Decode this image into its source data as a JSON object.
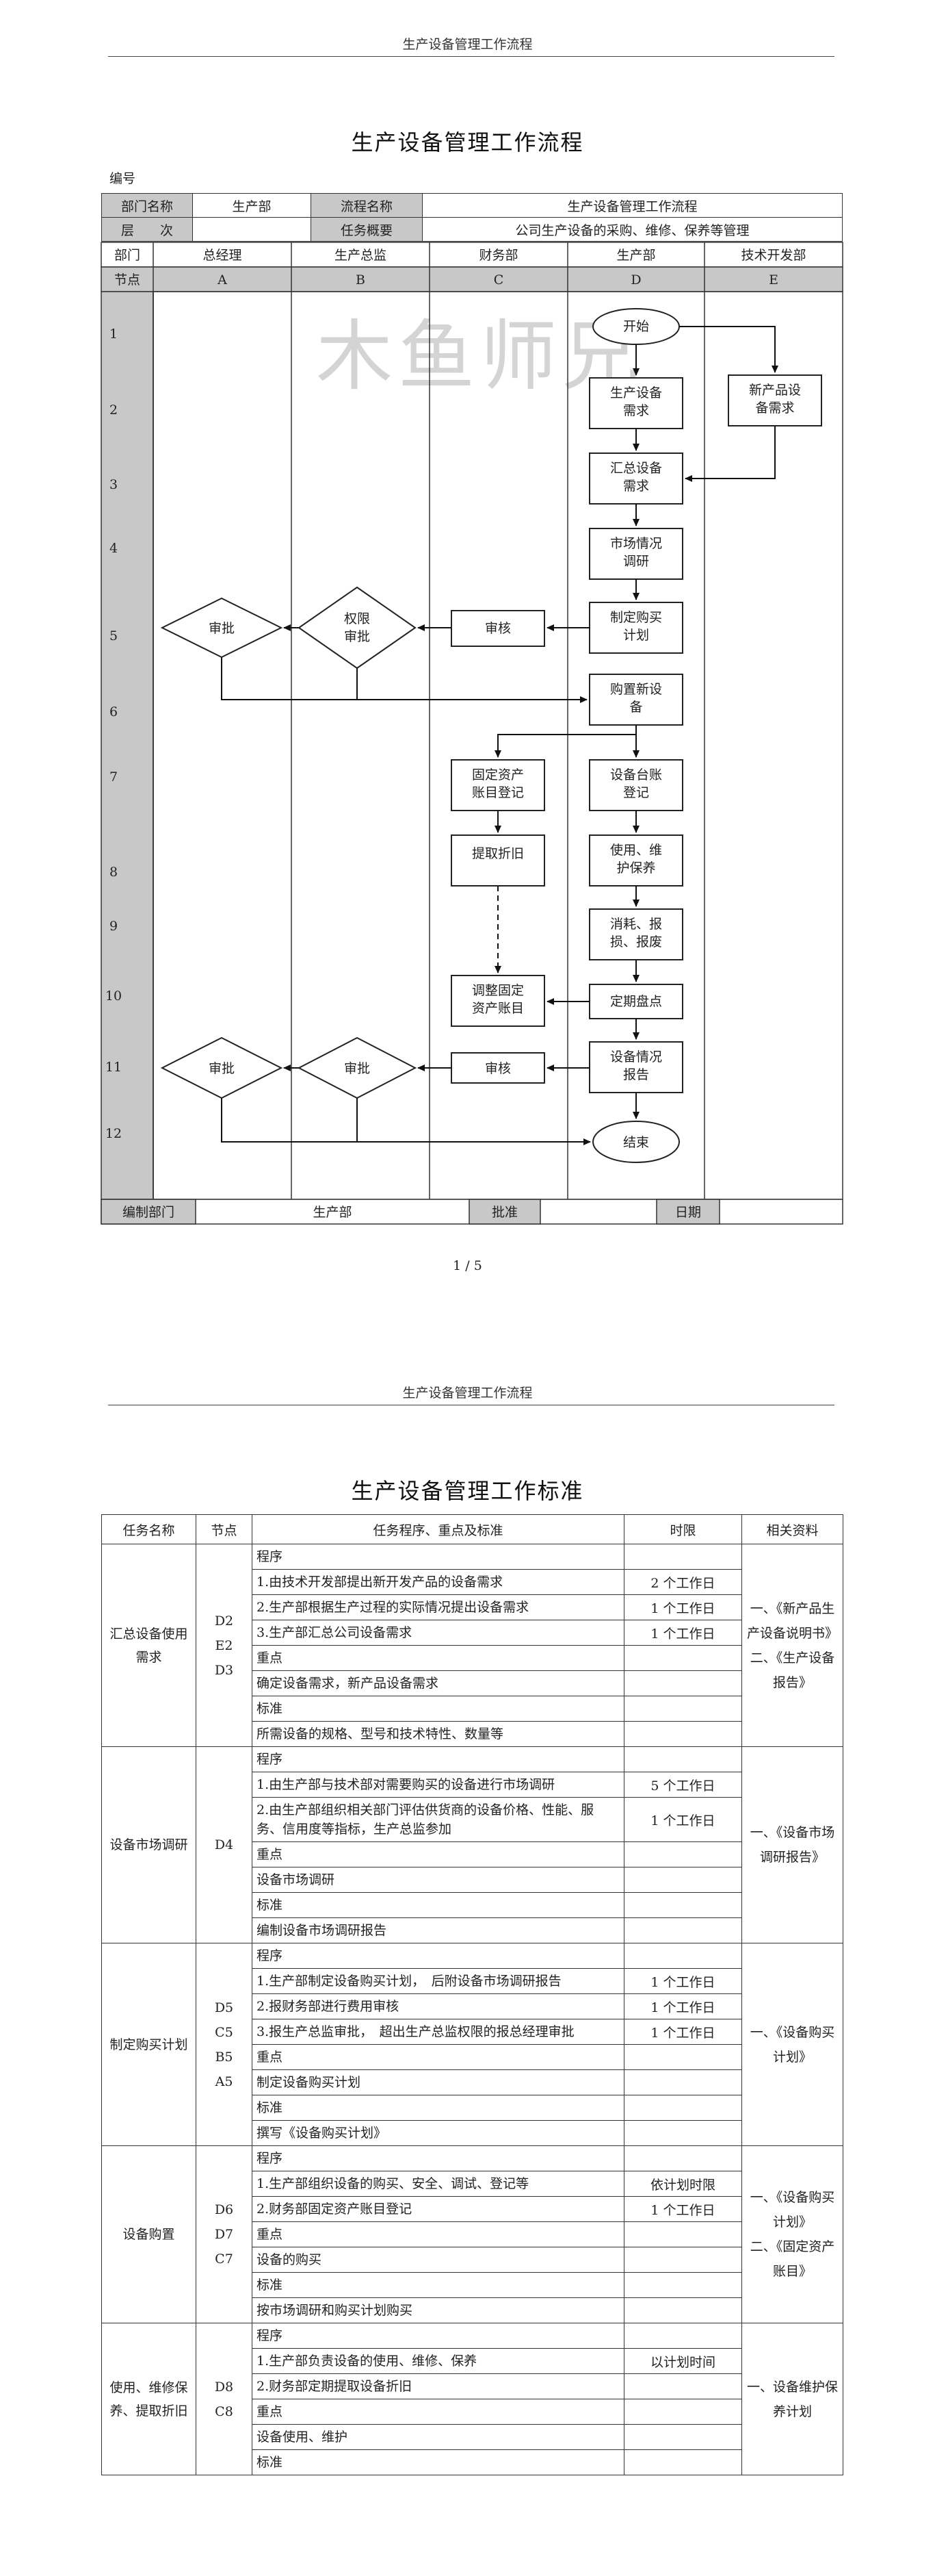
{
  "page1": {
    "header": "生产设备管理工作流程",
    "title": "生产设备管理工作流程",
    "code_label": "编号",
    "info": {
      "dept_label": "部门名称",
      "dept_value": "生产部",
      "flow_label": "流程名称",
      "flow_value": "生产设备管理工作流程",
      "level_label": "层　　次",
      "level_value": "",
      "summary_label": "任务概要",
      "summary_value": "公司生产设备的采购、维修、保养等管理"
    },
    "columns": {
      "dept_label": "部门",
      "node_label": "节点",
      "depts": [
        "总经理",
        "生产总监",
        "财务部",
        "生产部",
        "技术开发部"
      ],
      "letters": [
        "A",
        "B",
        "C",
        "D",
        "E"
      ]
    },
    "rows": [
      "1",
      "2",
      "3",
      "4",
      "5",
      "6",
      "7",
      "8",
      "9",
      "10",
      "11",
      "12"
    ],
    "watermark": "木鱼师兄",
    "boxes": {
      "start": "开始",
      "prod_need_1": "生产设备",
      "prod_need_2": "需求",
      "new_need_1": "新产品设",
      "new_need_2": "备需求",
      "summary_1": "汇总设备",
      "summary_2": "需求",
      "research_1": "市场情况",
      "research_2": "调研",
      "plan_1": "制定购买",
      "plan_2": "计划",
      "review": "审核",
      "authority_1": "权限",
      "authority_2": "审批",
      "approve": "审批",
      "buy_1": "购置新设",
      "buy_2": "备",
      "asset_1": "固定资产",
      "asset_2": "账目登记",
      "ledger_1": "设备台账",
      "ledger_2": "登记",
      "depr": "提取折旧",
      "use_1": "使用、维",
      "use_2": "护保养",
      "scrap_1": "消耗、报",
      "scrap_2": "损、报废",
      "adjust_1": "调整固定",
      "adjust_2": "资产账目",
      "inventory": "定期盘点",
      "report_1": "设备情况",
      "report_2": "报告",
      "review2": "审核",
      "approve2": "审批",
      "approve3": "审批",
      "end": "结束"
    },
    "footer": {
      "prep_label": "编制部门",
      "prep_value": "生产部",
      "approve_label": "批准",
      "date_label": "日期"
    },
    "page_number": "1 / 5"
  },
  "page2": {
    "header": "生产设备管理工作流程",
    "title": "生产设备管理工作标准",
    "table_headers": [
      "任务名称",
      "节点",
      "任务程序、重点及标准",
      "时限",
      "相关资料"
    ],
    "tasks": [
      {
        "name": "汇总设备使用需求",
        "nodes": "D2\nE2\nD3",
        "rows": [
          {
            "text": "程序",
            "time": ""
          },
          {
            "text": "1.由技术开发部提出新开发产品的设备需求",
            "time": "2 个工作日"
          },
          {
            "text": "2.生产部根据生产过程的实际情况提出设备需求",
            "time": "1 个工作日"
          },
          {
            "text": "3.生产部汇总公司设备需求",
            "time": "1 个工作日"
          },
          {
            "text": "重点",
            "time": ""
          },
          {
            "text": "确定设备需求，新产品设备需求",
            "time": ""
          },
          {
            "text": "标准",
            "time": ""
          },
          {
            "text": "所需设备的规格、型号和技术特性、数量等",
            "time": ""
          }
        ],
        "docs": "一、《新产品生产设备说明书》\n二、《生产设备报告》"
      },
      {
        "name": "设备市场调研",
        "nodes": "D4",
        "rows": [
          {
            "text": "程序",
            "time": ""
          },
          {
            "text": "1.由生产部与技术部对需要购买的设备进行市场调研",
            "time": "5 个工作日"
          },
          {
            "text": "2.由生产部组织相关部门评估供货商的设备价格、性能、服务、信用度等指标，生产总监参加",
            "time": "1 个工作日"
          },
          {
            "text": "重点",
            "time": ""
          },
          {
            "text": "设备市场调研",
            "time": ""
          },
          {
            "text": "标准",
            "time": ""
          },
          {
            "text": "编制设备市场调研报告",
            "time": ""
          }
        ],
        "docs": "一、《设备市场调研报告》"
      },
      {
        "name": "制定购买计划",
        "nodes": "D5\nC5\nB5\nA5",
        "rows": [
          {
            "text": "程序",
            "time": ""
          },
          {
            "text": "1.生产部制定设备购买计划，　后附设备市场调研报告",
            "time": "1 个工作日"
          },
          {
            "text": "2.报财务部进行费用审核",
            "time": "1 个工作日"
          },
          {
            "text": "3.报生产总监审批，　超出生产总监权限的报总经理审批",
            "time": "1 个工作日"
          },
          {
            "text": "重点",
            "time": ""
          },
          {
            "text": "制定设备购买计划",
            "time": ""
          },
          {
            "text": "标准",
            "time": ""
          },
          {
            "text": "撰写《设备购买计划》",
            "time": ""
          }
        ],
        "docs": "一、《设备购买计划》"
      },
      {
        "name": "设备购置",
        "nodes": "D6\nD7\nC7",
        "rows": [
          {
            "text": "程序",
            "time": ""
          },
          {
            "text": "1.生产部组织设备的购买、安全、调试、登记等",
            "time": "依计划时限"
          },
          {
            "text": "2.财务部固定资产账目登记",
            "time": "1 个工作日"
          },
          {
            "text": "重点",
            "time": ""
          },
          {
            "text": "设备的购买",
            "time": ""
          },
          {
            "text": "标准",
            "time": ""
          },
          {
            "text": "按市场调研和购买计划购买",
            "time": ""
          }
        ],
        "docs": "一、《设备购买计划》\n二、《固定资产账目》"
      },
      {
        "name": "使用、维修保养、提取折旧",
        "nodes": "D8\nC8",
        "rows": [
          {
            "text": "程序",
            "time": ""
          },
          {
            "text": "1.生产部负责设备的使用、维修、保养",
            "time": "以计划时间"
          },
          {
            "text": "2.财务部定期提取设备折旧",
            "time": ""
          },
          {
            "text": "重点",
            "time": ""
          },
          {
            "text": "设备使用、维护",
            "time": ""
          },
          {
            "text": "标准",
            "time": ""
          }
        ],
        "docs": "一、设备维护保养计划"
      }
    ]
  }
}
